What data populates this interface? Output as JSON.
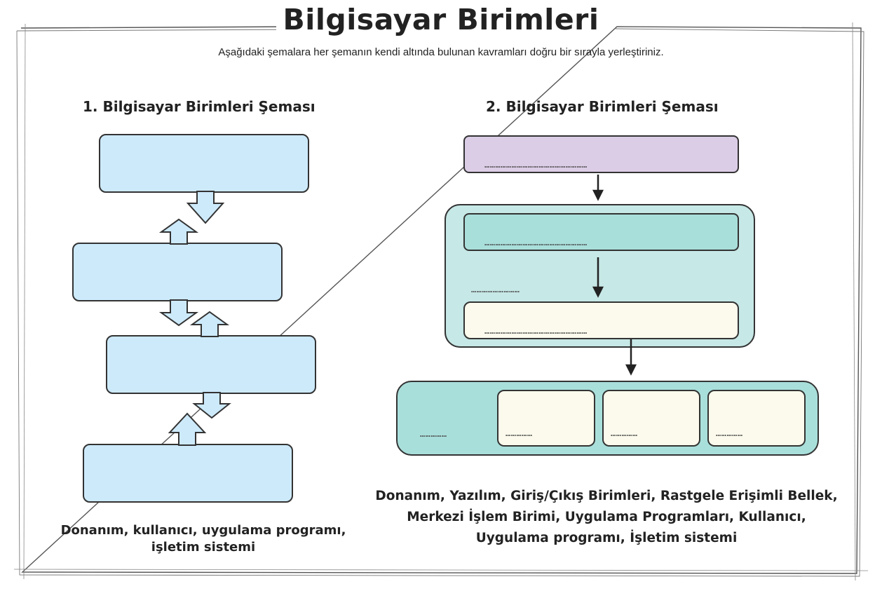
{
  "title": "Bilgisayar Birimleri",
  "instruction": "Aşağıdaki şemalara her şemanın kendi altında bulunan kavramları doğru bir sırayla yerleştiriniz.",
  "left": {
    "heading": "1. Bilgisayar Birimleri Şeması",
    "concepts_line1": "Donanım, kullanıcı, uygulama programı,",
    "concepts_line2": "işletim sistemi"
  },
  "right": {
    "heading": "2. Bilgisayar Birimleri Şeması",
    "top_blank": "…………………………………………………",
    "inner_blank_1": "…………………………………………………",
    "middle_blank": "………………………",
    "inner_blank_2": "…………………………………………………",
    "bottom_blank_main": "……………",
    "bottom_blank_a": "……………",
    "bottom_blank_b": "……………",
    "bottom_blank_c": "……………",
    "concepts_line1": "Donanım, Yazılım, Giriş/Çıkış Birimleri, Rastgele Erişimli Bellek,",
    "concepts_line2": "Merkezi İşlem Birimi, Uygulama Programları, Kullanıcı,",
    "concepts_line3": "Uygulama programı, İşletim sistemi"
  },
  "colors": {
    "blue_box": "#cdeafb",
    "purple_box": "#dccde6",
    "teal_outer": "#c6e8e6",
    "teal_inner": "#a9dfdb",
    "cream_box": "#fbfaec"
  }
}
